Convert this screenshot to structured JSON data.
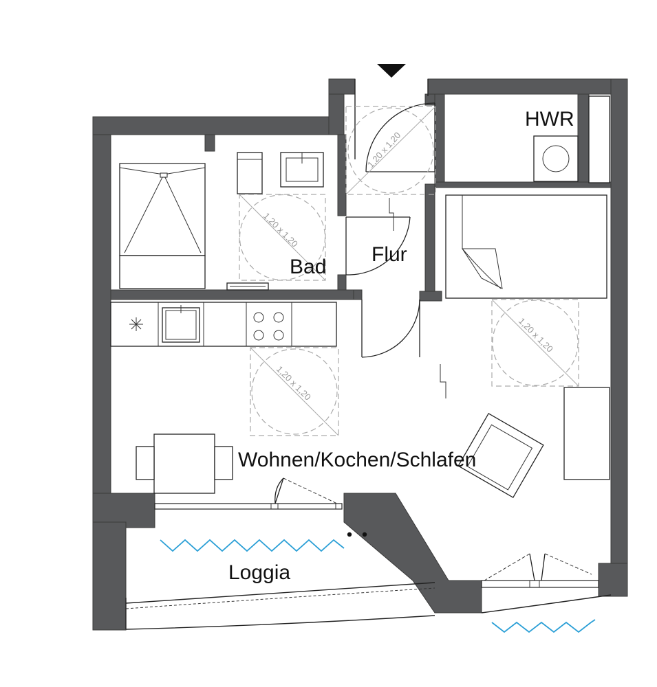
{
  "rooms": {
    "hwr": "HWR",
    "bad": "Bad",
    "flur": "Flur",
    "wohnen": "Wohnen/Kochen/Schlafen",
    "loggia": "Loggia"
  },
  "turning_circle_label": "1,20 x 1,20",
  "colors": {
    "wall": "#58595b",
    "line": "#222222",
    "dashed": "#aaaaaa",
    "window_marker": "#2a9fd6"
  },
  "icons": {
    "entrance": "entrance-triangle-icon",
    "washer": "washing-machine-icon",
    "fridge": "fridge-asterisk-icon",
    "stove": "cooktop-icon"
  }
}
